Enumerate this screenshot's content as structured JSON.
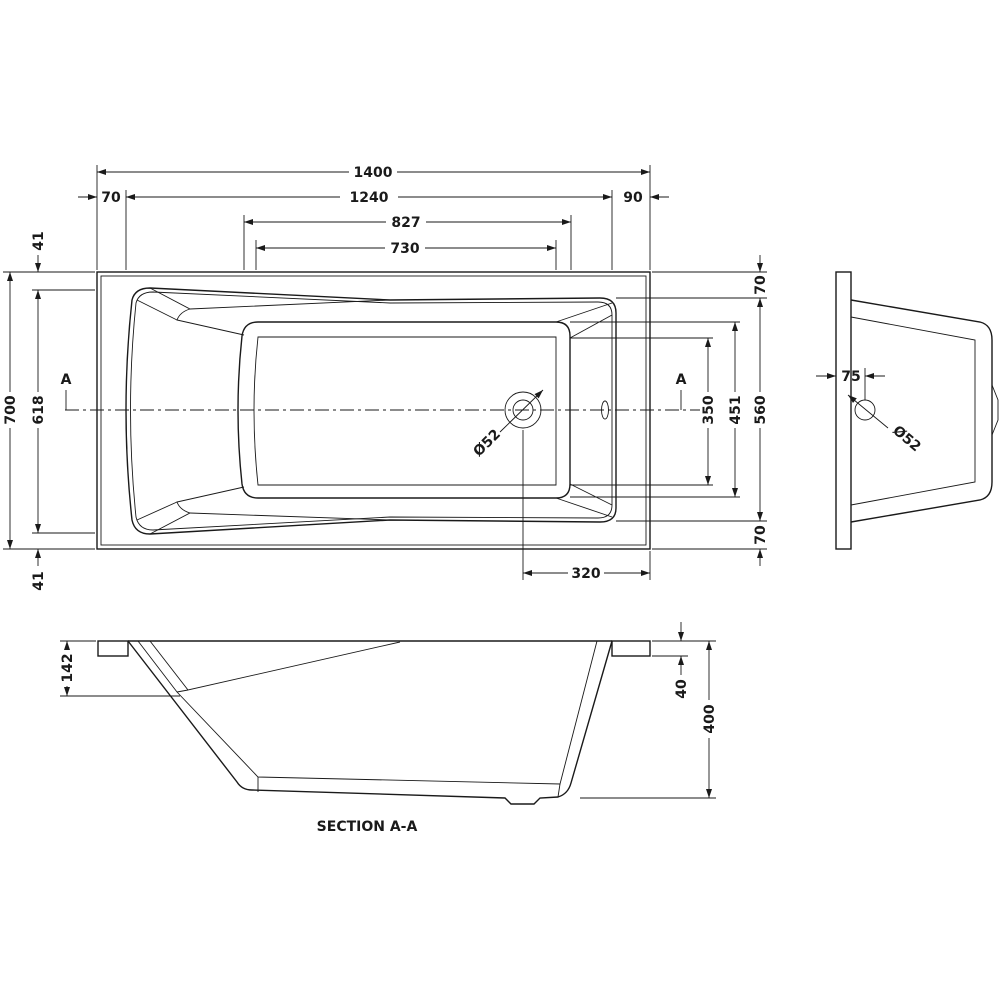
{
  "drawing": {
    "top_view": {
      "overall_length": "1400",
      "left_rim": "70",
      "inner_length": "1240",
      "right_rim": "90",
      "length_827": "827",
      "length_730": "730",
      "overall_width": "700",
      "width_618": "618",
      "top_offset_left": "41",
      "bottom_offset_left": "41",
      "top_rim_right": "70",
      "bottom_rim_right": "70",
      "width_560": "560",
      "width_451": "451",
      "width_350": "350",
      "waste_diameter": "Ø52",
      "waste_offset": "320",
      "section_mark_left": "A",
      "section_mark_right": "A"
    },
    "end_view": {
      "overflow_offset": "75",
      "overflow_diameter": "Ø52"
    },
    "section": {
      "title": "SECTION A-A",
      "depth_142": "142",
      "rim_thickness": "40",
      "overall_height": "400"
    }
  }
}
